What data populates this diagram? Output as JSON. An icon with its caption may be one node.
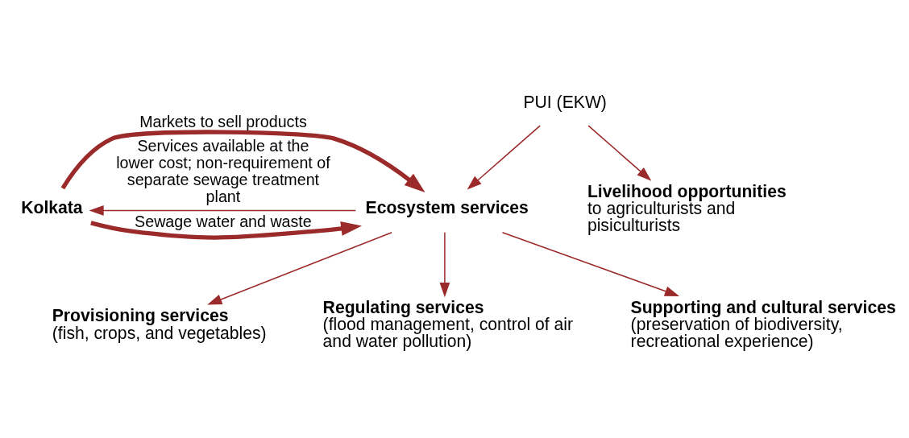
{
  "diagram": {
    "nodes": [
      {
        "text": [
          "Kolkata"
        ]
      },
      {
        "text": [
          "Ecosystem services"
        ]
      },
      {
        "text": [
          "PUI (EKW)"
        ]
      },
      {
        "text": [
          "Livelihood opportunities",
          "to agriculturists and pisiculturists"
        ]
      },
      {
        "text": [
          "Provisioning services",
          "(fish, crops, and vegetables)"
        ]
      },
      {
        "text": [
          "Regulating services",
          "(flood management, control of air and water pollution)"
        ]
      },
      {
        "text": [
          "Supporting and cultural services",
          "(preservation of biodiversity, recreational experience)"
        ]
      }
    ],
    "edges": [
      {
        "from": 0,
        "to": 1,
        "arrow": "to",
        "label": "Markets to sell products",
        "style": "thick"
      },
      {
        "from": 0,
        "to": 1,
        "arrow": "to",
        "label": "Sewage water and waste",
        "style": "thick"
      },
      {
        "from": 2,
        "to": 1,
        "arrow": "to"
      },
      {
        "from": 2,
        "to": 3,
        "arrow": "to"
      },
      {
        "from": 1,
        "to": 4,
        "arrow": "to"
      },
      {
        "from": 1,
        "to": 5,
        "arrow": "to"
      },
      {
        "from": 1,
        "to": 6,
        "arrow": "to"
      },
      {
        "from": 1,
        "to": 0,
        "arrow": "to",
        "label": "Services available at the lower cost; non-requirement of separate sewage treatment plant"
      }
    ]
  }
}
